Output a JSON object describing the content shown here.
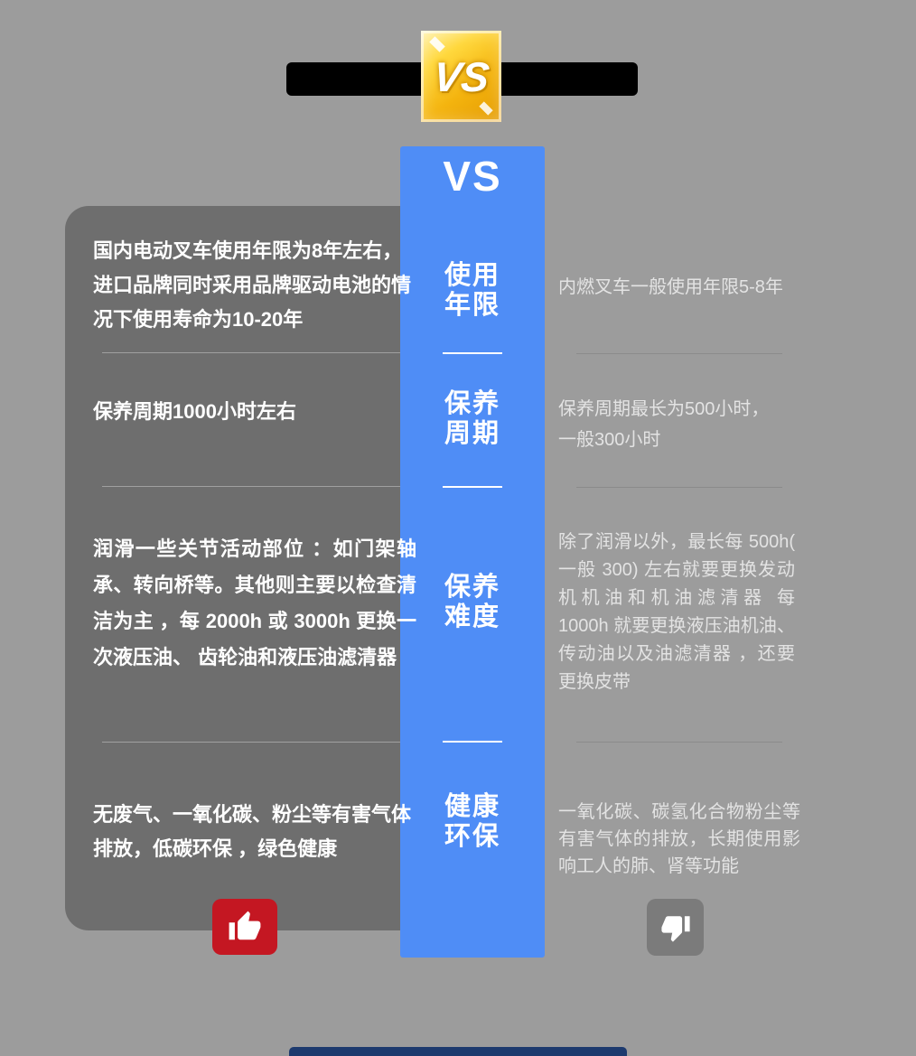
{
  "page": {
    "bg_color": "#9c9c9c"
  },
  "header": {
    "banner_color": "#000000",
    "vs_badge_label": "VS",
    "vs_badge_colors": {
      "start": "#fff3b0",
      "mid": "#ffd83d",
      "end": "#e49a00"
    }
  },
  "center_column": {
    "color": "#4f8df6",
    "vs_label": "VS",
    "categories": [
      {
        "line1": "使用",
        "line2": "年限"
      },
      {
        "line1": "保养",
        "line2": "周期"
      },
      {
        "line1": "保养",
        "line2": "难度"
      },
      {
        "line1": "健康",
        "line2": "环保"
      }
    ]
  },
  "left_panel": {
    "panel_color": "#6e6e6e",
    "text_color": "#ffffff",
    "rows": [
      "国内电动叉车使用年限为8年左右，进口品牌同时采用品牌驱动电池的情况下使用寿命为10-20年",
      "保养周期1000小时左右",
      "润滑一些关节活动部位 ：如门架轴承、转向桥等。其他则主要以检查清洁为主 ，每 2000h 或 3000h 更换一次液压油、 齿轮油和液压油滤清器",
      "无废气、一氧化碳、粉尘等有害气体排放，低碳环保 ，绿色健康"
    ]
  },
  "right_panel": {
    "text_color": "#e3e3e3",
    "rows": [
      "内燃叉车一般使用年限5-8年",
      "保养周期最长为500小时，一般300小时",
      "除了润滑以外，最长每 500h( 一般 300) 左右就要更换发动机机油和机油滤清器 每 1000h 就要更换液压油机油、传动油以及油滤清器 ，还要更换皮带",
      "一氧化碳、碳氢化合物粉尘等有害气体的排放，长期使用影响工人的肺、肾等功能"
    ]
  },
  "verdict": {
    "thumb_up_color": "#c41722",
    "thumb_down_color": "#7b7b7b"
  }
}
